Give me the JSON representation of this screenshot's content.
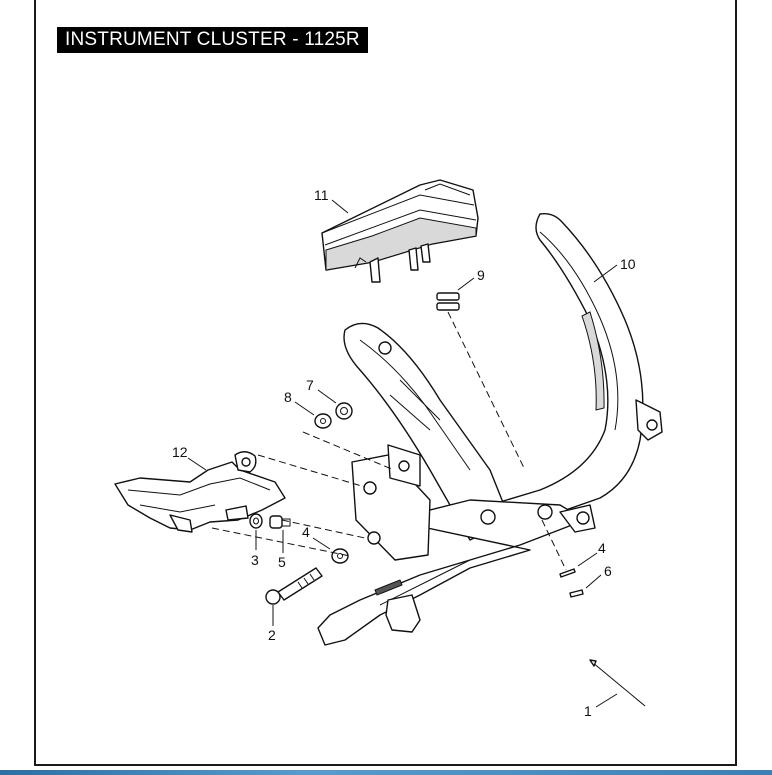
{
  "title": "INSTRUMENT CLUSTER - 1125R",
  "callouts": {
    "c1": "1",
    "c2": "2",
    "c3": "3",
    "c4a": "4",
    "c4b": "4",
    "c5": "5",
    "c6": "6",
    "c7": "7",
    "c8": "8",
    "c9": "9",
    "c10": "10",
    "c11": "11",
    "c12": "12"
  },
  "colors": {
    "title_bg": "#000000",
    "title_fg": "#ffffff",
    "accent_bar": "#3d7fb0"
  }
}
